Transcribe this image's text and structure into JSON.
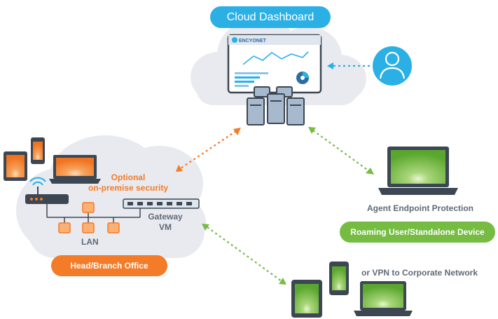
{
  "cloud_dashboard": {
    "label": "Cloud Dashboard",
    "logo_text": "ENCYONET"
  },
  "head_office": {
    "label": "Head/Branch Office",
    "optional_line1": "Optional",
    "optional_line2": "on-premise security",
    "gateway_line1": "Gateway",
    "gateway_line2": "VM",
    "lan_label": "LAN"
  },
  "roaming": {
    "agent_label": "Agent Endpoint Protection",
    "pill_label": "Roaming User/Standalone Device"
  },
  "vpn": {
    "label": "or VPN to Corporate Network"
  },
  "colors": {
    "cloud": "#e8eaef",
    "blue": "#2bb0e6",
    "orange": "#f47b27",
    "green": "#76bc43",
    "device_dark": "#3c4753",
    "server": "#a7b9cc"
  }
}
